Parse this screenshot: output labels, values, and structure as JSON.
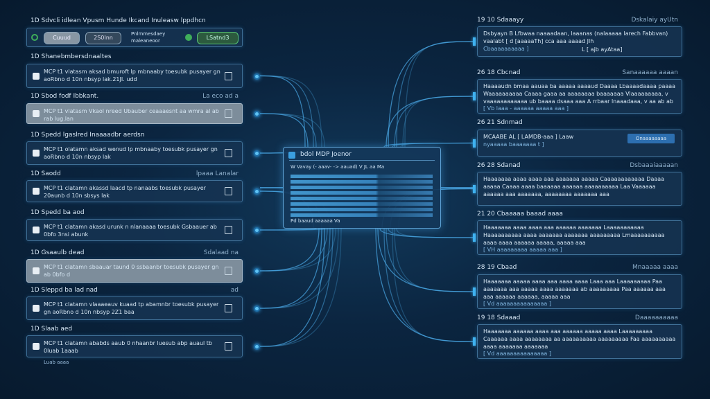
{
  "left": {
    "header": "1D Sdvcli idlean Vpusm Hunde Ikcand Inuleasw lppdhcn",
    "toolbar": {
      "btn1": "Cuuud",
      "btn2": "2S0Inn",
      "info": "Pnlmmesdaey maleaneoor",
      "confirm": "LSatnd3"
    },
    "items": [
      {
        "label": "1D Shanebmbersdnaaltes",
        "meta": "",
        "text": "MCP t1 vlatasm aksad bmuroft lp mbnaaby toesubk pusayer gn aoRbno d 10n nbsyp lak.21JI. udd",
        "light": false
      },
      {
        "label": "1D Sbod fodf Ibbkant.",
        "meta": "La eco   ad a",
        "text": "MCP t1 vlatasm Vkaol nreed Ubauber ceaaaesnt aa wmra al ab rab lug.lan",
        "light": true
      },
      {
        "label": "1D Spedd lgaslred Inaaaadbr aerdsn",
        "meta": "",
        "text": "MCP t1 olatamn aksad wenud lp mbnaaby toesubk pusayer gn aoRbno d 10n nbsyp lak",
        "light": false
      },
      {
        "label": "1D Saodd",
        "meta": "lpaaa   Lanalar",
        "text": "MCP t1 clatamn akassd laacd tp nanaabs toesubk pusayer 20aunb d 10n sbsys lak",
        "light": false
      },
      {
        "label": "1D Spedd ba aod",
        "meta": "",
        "text": "MCP t1 clatamn akasd urunk n nlanaaaa toesubk Gsbaauer ab 0bfo 3nsi abunk",
        "light": false
      },
      {
        "label": "1D Gsaaulb dead",
        "meta": "Sdalaad na",
        "text": "MCP t1 clatamn sbaauar taund 0 ssbaanbr toesubk pusayer gn ab 0bfo d",
        "light": true
      },
      {
        "label": "1D Sleppd ba lad nad",
        "meta": "ad",
        "text": "MCP t1 clatamn vlaaaeauv kuaad tp abamnbr toesubk pusayer gn aoRbno d 10n nbsyp 2Z1 baa",
        "light": false
      },
      {
        "label": "1D Slaab aed",
        "meta": "",
        "text": "MCP t1 clatamn ababds aaub 0 nhaanbr luesub abp auaul tb 0luab 1aaab",
        "foot": "Luab aaaa",
        "light": false
      }
    ]
  },
  "center": {
    "title": "bdol MDP Joenor",
    "subtitle": "W Vavay (- aaav- -> aauad) V JL aa Ma",
    "footer": "Pd baaud aaaaaa Va"
  },
  "right": {
    "items": [
      {
        "label": "19 10 Sdaaayy",
        "meta": "Dskalaiy ayUtn",
        "text": "Dsbyayn B Lfbwaa naaaadaan, laaanas (nalaaaaa larech Fabbvan) vaalabt [ d [aaaaaTh] cca aaa aaaad Jlh",
        "foot": "Cbaaaaaaaaaa ]",
        "foot2": "L [ ajb ayAtaa]"
      },
      {
        "label": "26 18 Cbcnad",
        "meta": "Sanaaaaaa aaaan",
        "text": "Haaaaudn bmaa aauaa ba aaaaa aaaaud Daaaa Lbaaaadaaaa paaaa Waaaaaaaaaa Caaaa gaaa aa aaaaaaaa baaaaaaa Vlaaaaaaaaa, v vaaaaaaaaaaaa ub baaaa dsaaa aaa A rrbaar lnaaadaaa, v aa ab ab",
        "foot": "[ Vb laaa - aaaaaa aaaaa aaa ]"
      },
      {
        "label": "26 21 Sdnmad",
        "meta": "",
        "text": "MCAABE AL [ LAMDB-aaa ] Laaw",
        "foot": "nyaaaaa baaaaaaa t ]",
        "button": "Onaaaaaaaa"
      },
      {
        "label": "26 28 Sdanad",
        "meta": "Dsbaaaiaaaaan",
        "text": "Haaaaaaa aaaa aaaa aaa aaaaaaa aaaaa Caaaaaaaaaaaa Daaaa aaaaa Caaaa aaaa baaaaaa aaaaaa aaaaaaaaaa Laa Vaaaaaa aaaaaa aaa aaaaaaa, aaaaaaaa aaaaaaa aaa",
        "foot": ""
      },
      {
        "label": "21 20 Cbaaaaa baaad aaaa",
        "meta": "",
        "text": "Haaaaaaa aaaa aaaa aaa aaaaaa aaaaaaa Laaaaaaaaaaa Haaaaaaaaaa aaaa aaaaaaa aaaaaaa aaaaaaaaa Lmaaaaaaaaaa aaaa aaaa aaaaaa aaaaa, aaaaa aaa",
        "foot": "[ VH aaaaaaaaa aaaaa aaa ]"
      },
      {
        "label": "28 19 Cbaad",
        "meta": "Mnaaaaa aaaa",
        "text": "Haaaaaaa aaaaa aaaa aaa aaaa aaaa Laaa aaa Laaaaaaaaa Paa aaaaaaa aaa aaaaa aaaa aaaaaaa ab aaaaaaaaa Paa aaaaaa aaa aaa aaaaaa aaaaaa, aaaaa aaa",
        "foot": "[ Vd aaaaaaaaaaaaaaa ]"
      },
      {
        "label": "19 18 Sdaaad",
        "meta": "Daaaaaaaaaa",
        "text": "Haaaaaaa aaaaaa aaaa aaa aaaaaa aaaaa aaaa Laaaaaaaaa Caaaaaa aaaa aaaaaaaa aa aaaaaaaaaa aaaaaaaaa Faa aaaaaaaaaa aaaa aaaaaaa aaaaaaa",
        "foot": "[ Vd aaaaaaaaaaaaaaa ]"
      }
    ]
  },
  "colors": {
    "accent": "#5fc3f5",
    "confirm": "#3fae5a",
    "bg": "#0b2540"
  }
}
